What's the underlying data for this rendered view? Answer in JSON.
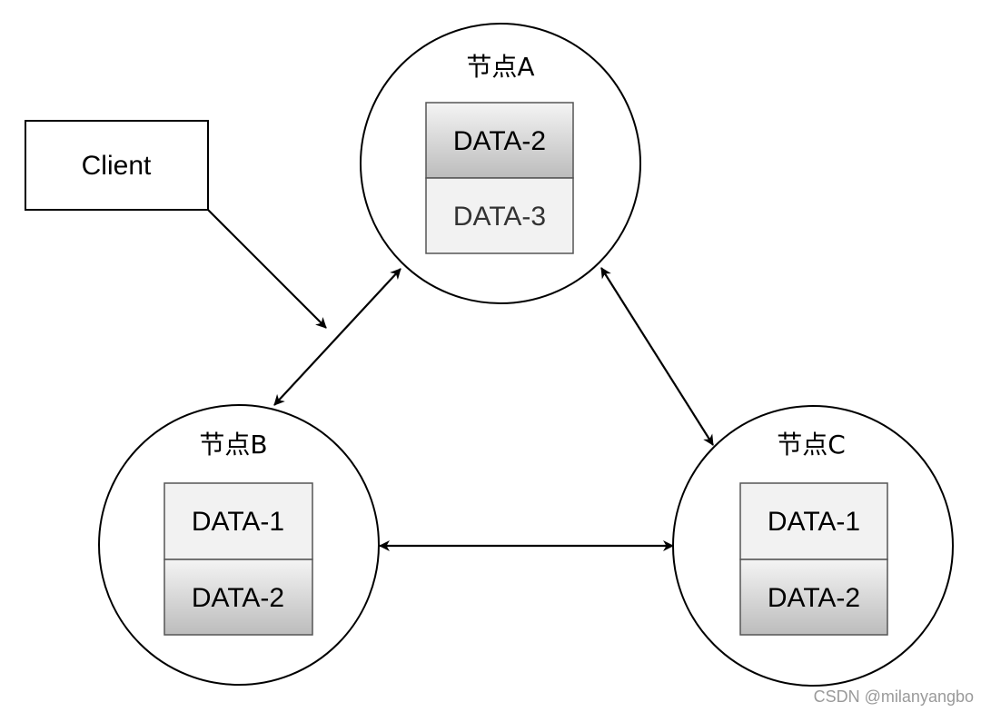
{
  "client": {
    "label": "Client"
  },
  "nodes": [
    {
      "id": "a",
      "title": "节点A",
      "cells": [
        {
          "label": "DATA-2",
          "style": "dark"
        },
        {
          "label": "DATA-3",
          "style": "light"
        }
      ]
    },
    {
      "id": "b",
      "title": "节点B",
      "cells": [
        {
          "label": "DATA-1",
          "style": "light"
        },
        {
          "label": "DATA-2",
          "style": "dark"
        }
      ]
    },
    {
      "id": "c",
      "title": "节点C",
      "cells": [
        {
          "label": "DATA-1",
          "style": "light"
        },
        {
          "label": "DATA-2",
          "style": "dark"
        }
      ]
    }
  ],
  "edges": [
    {
      "from": "client",
      "to": "edge-a-b",
      "type": "single-arrow"
    },
    {
      "from": "a",
      "to": "b",
      "type": "double-arrow"
    },
    {
      "from": "a",
      "to": "c",
      "type": "double-arrow"
    },
    {
      "from": "b",
      "to": "c",
      "type": "double-arrow"
    }
  ],
  "colors": {
    "stroke": "#000000",
    "cell_light": "#f2f2f2",
    "cell_dark_top": "#f4f4f4",
    "cell_dark_bottom": "#bcbcbc",
    "watermark": "#9a9a9a"
  },
  "watermark": "CSDN @milanyangbo"
}
